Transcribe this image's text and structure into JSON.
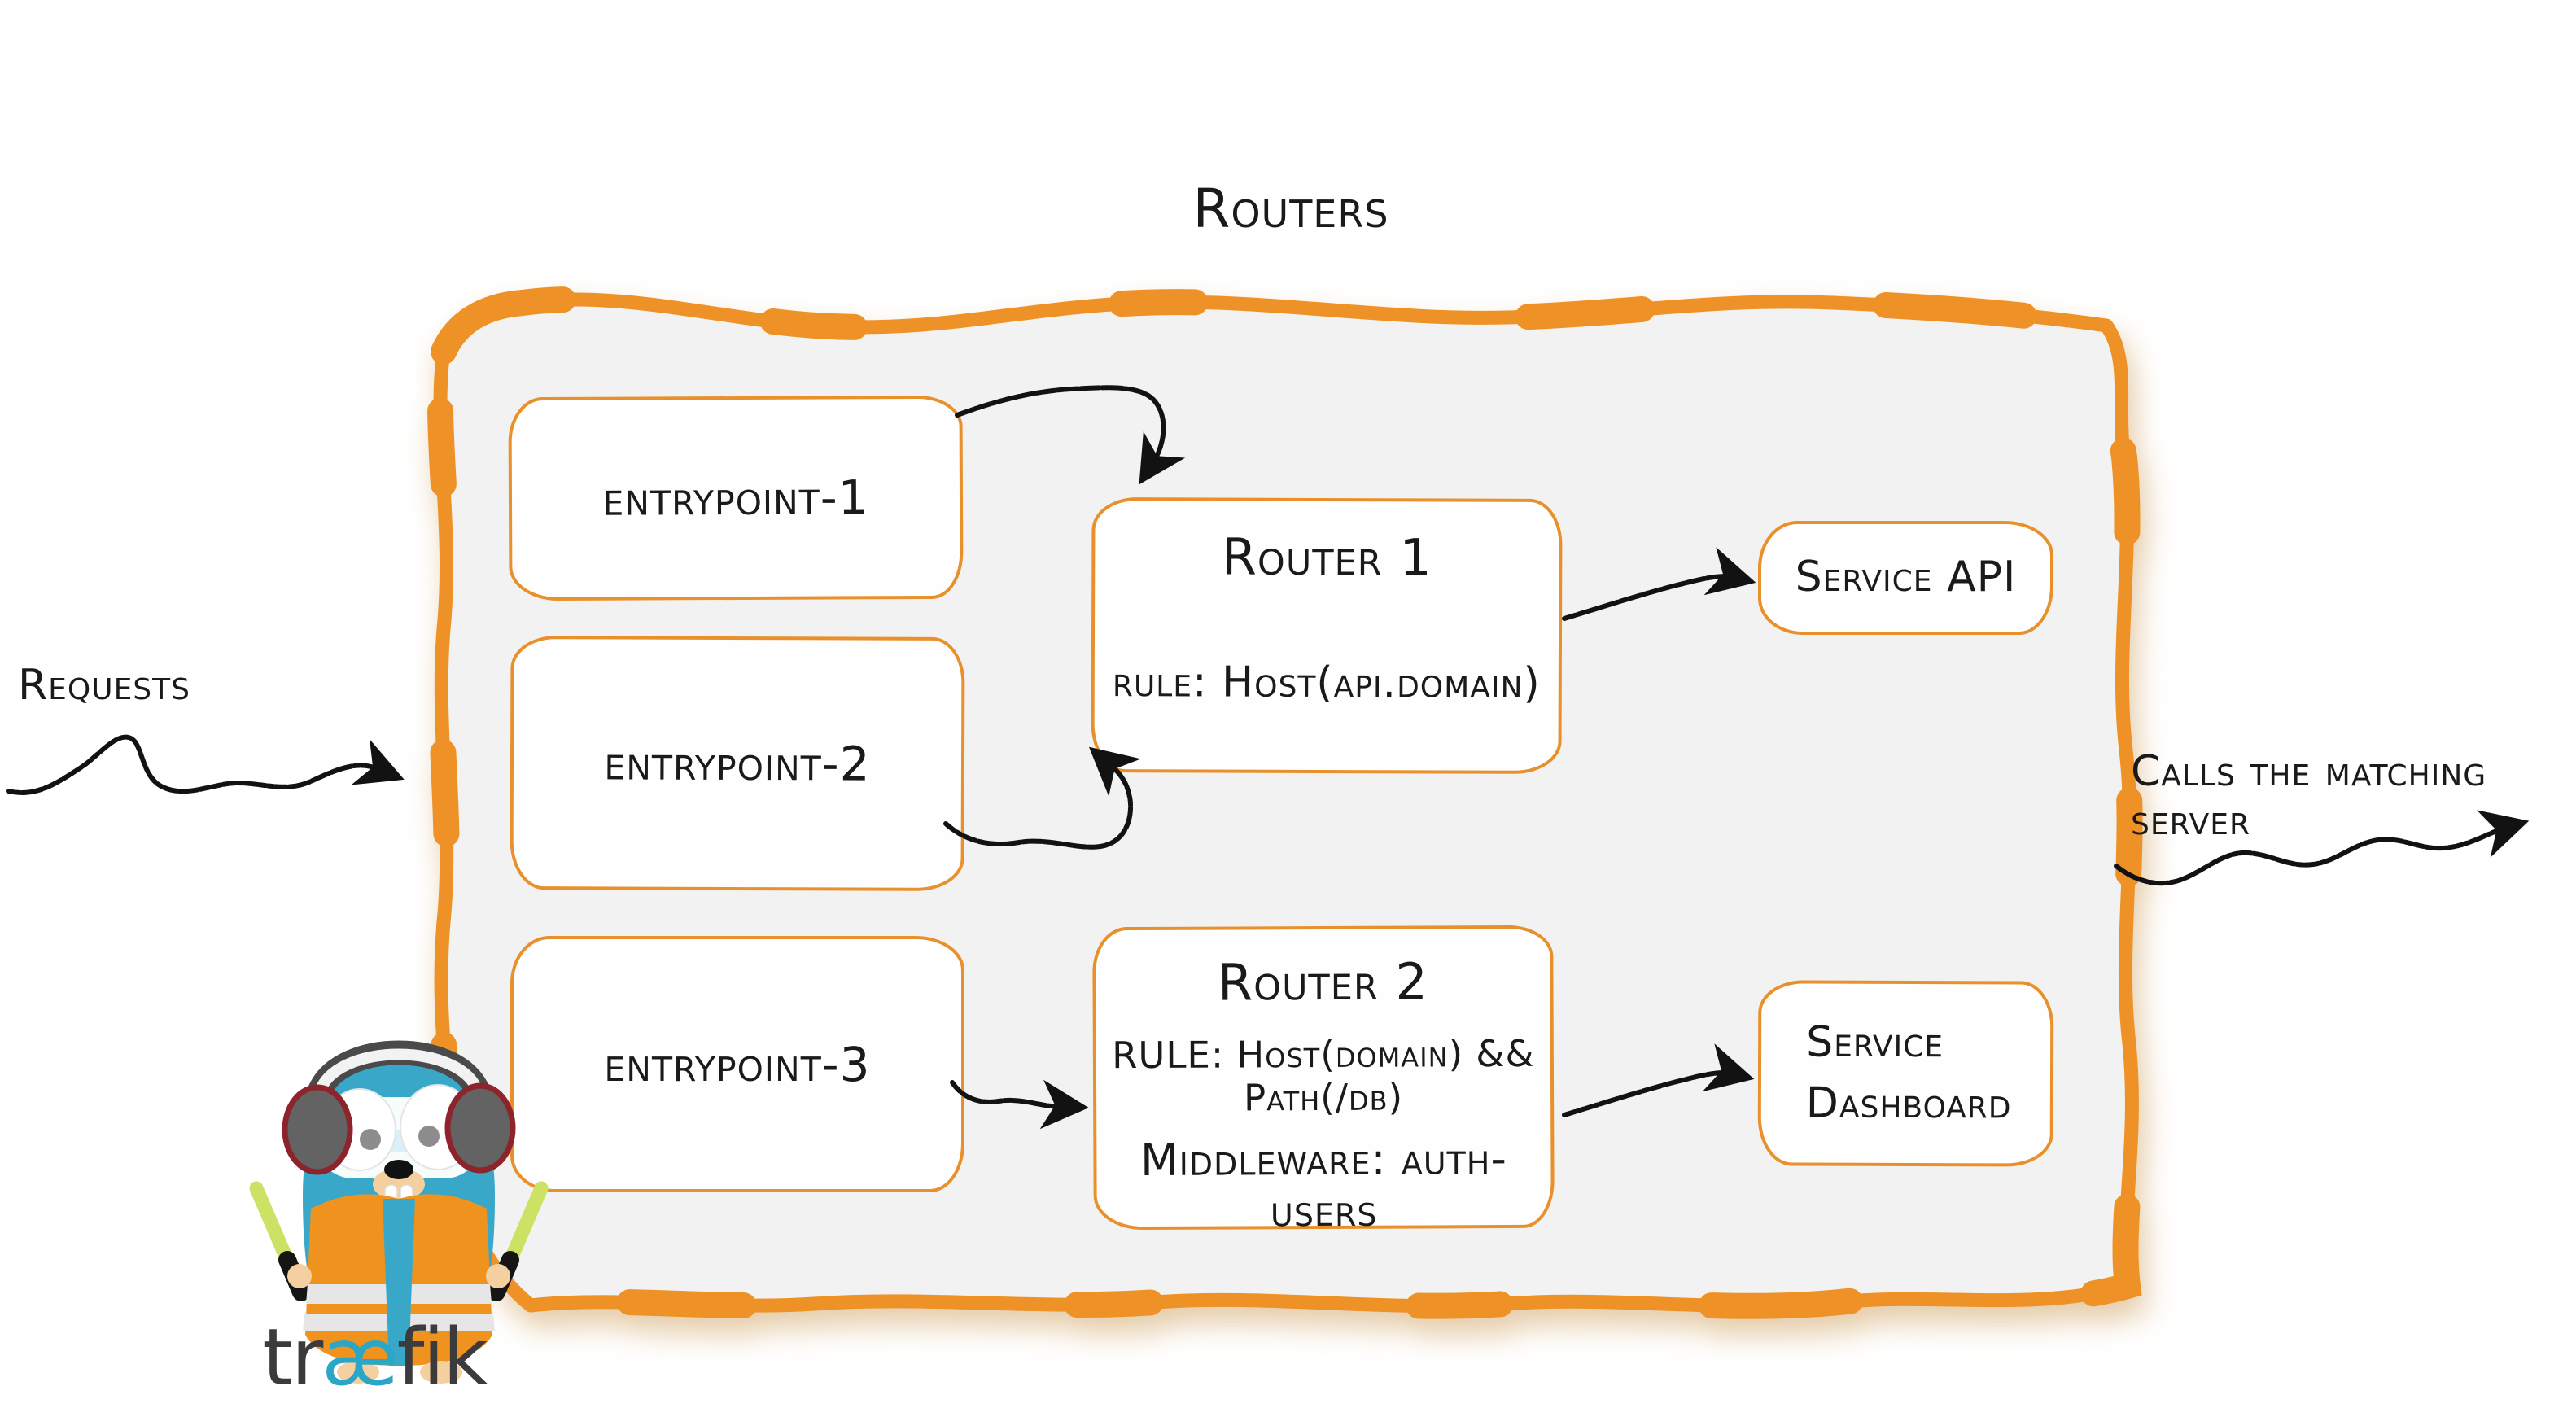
{
  "title": "Routers",
  "side_labels": {
    "requests": "Requests",
    "calls": "Calls the matching server"
  },
  "entrypoints": [
    {
      "label": "entrypoint-1"
    },
    {
      "label": "entrypoint-2"
    },
    {
      "label": "entrypoint-3"
    }
  ],
  "routers": [
    {
      "title": "Router 1",
      "rule": "rule: Host(api.domain)"
    },
    {
      "title": "Router 2",
      "rule": "RULE: Host(domain) && Path(/db)",
      "middleware": "Middleware: auth-users"
    }
  ],
  "services": [
    {
      "label": "Service API"
    },
    {
      "lines": [
        "Service",
        "Dashboard"
      ]
    }
  ],
  "logo": {
    "wordmark_pre": "tr",
    "wordmark_mid": "æ",
    "wordmark_post": "fik"
  },
  "colors": {
    "container_stroke": "#ee9227",
    "container_fill": "#f2f2f2",
    "box_stroke": "#e8912c",
    "ink": "#121212",
    "gopher_teal": "#39a8c8",
    "vest_orange": "#f0921e",
    "baton_green": "#cbe265",
    "wordmark_dark": "#3b3b3d",
    "wordmark_ae": "#2aa7c7"
  }
}
